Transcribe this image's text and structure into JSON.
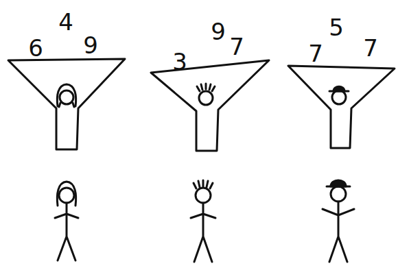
{
  "diagram": {
    "labels": [
      "6",
      "4",
      "9",
      "3",
      "9",
      "7",
      "7",
      "5",
      "7"
    ]
  }
}
